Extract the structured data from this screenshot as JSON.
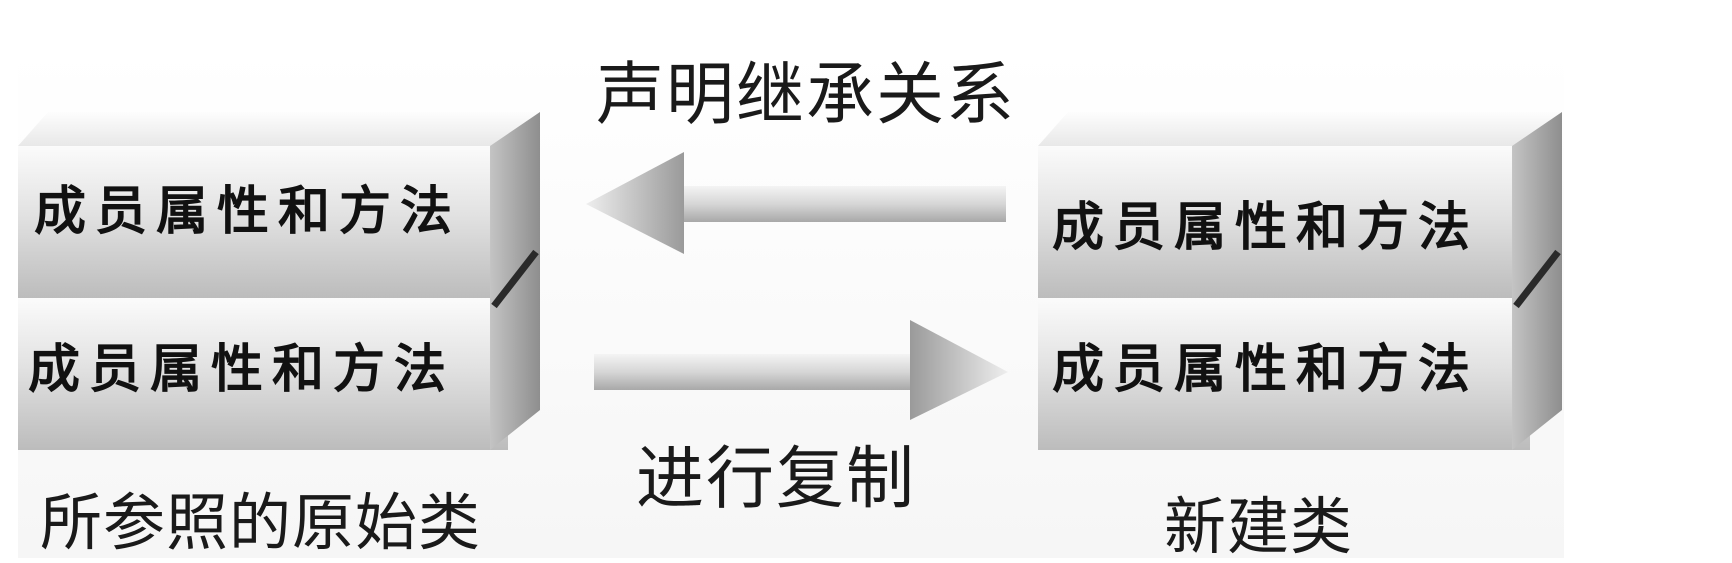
{
  "diagram": {
    "top_caption": "声明继承关系",
    "bottom_caption": "进行复制",
    "original_class": {
      "caption": "所参照的原始类",
      "layers": [
        "成员属性和方法",
        "成员属性和方法"
      ]
    },
    "new_class": {
      "caption": "新建类",
      "layers": [
        "成员属性和方法",
        "成员属性和方法"
      ]
    },
    "arrows": [
      {
        "name": "inheritance-arrow",
        "direction": "left"
      },
      {
        "name": "copy-arrow",
        "direction": "right"
      }
    ],
    "colors": {
      "block_face_light": "#f2f2f2",
      "block_face_dark": "#bdbdbd",
      "block_side": "#9e9e9e",
      "arrow_light": "#ececec",
      "arrow_dark": "#9a9a9a",
      "text": "#111111"
    }
  }
}
